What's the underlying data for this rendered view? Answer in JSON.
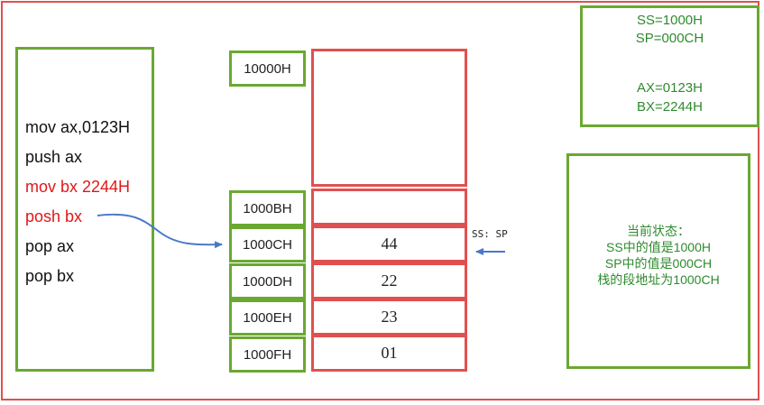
{
  "code": {
    "lines": [
      {
        "text": "mov ax,0123H",
        "color": "#111111"
      },
      {
        "text": "push ax",
        "color": "#111111"
      },
      {
        "text": "mov bx 2244H",
        "color": "#e01818"
      },
      {
        "text": "posh bx",
        "color": "#e01818"
      },
      {
        "text": "pop ax",
        "color": "#111111"
      },
      {
        "text": "pop bx",
        "color": "#111111"
      }
    ]
  },
  "addresses": [
    "10000H",
    "1000BH",
    "1000CH",
    "1000DH",
    "1000EH",
    "1000FH"
  ],
  "stack": {
    "cells": [
      "",
      "44",
      "22",
      "23",
      "01"
    ]
  },
  "pointer_label": "SS: SP",
  "registers": {
    "ss": "SS=1000H",
    "sp": "SP=000CH",
    "ax": "AX=0123H",
    "bx": "BX=2244H"
  },
  "state": {
    "title": "当前状态：",
    "line1": "SS中的值是1000H",
    "line2": "SP中的值是000CH",
    "line3": "栈的段地址为1000CH"
  },
  "colors": {
    "frame": "#e05050",
    "box_border": "#6aa832",
    "register_text": "#2f8a2f",
    "arrow": "#4a78c8"
  }
}
